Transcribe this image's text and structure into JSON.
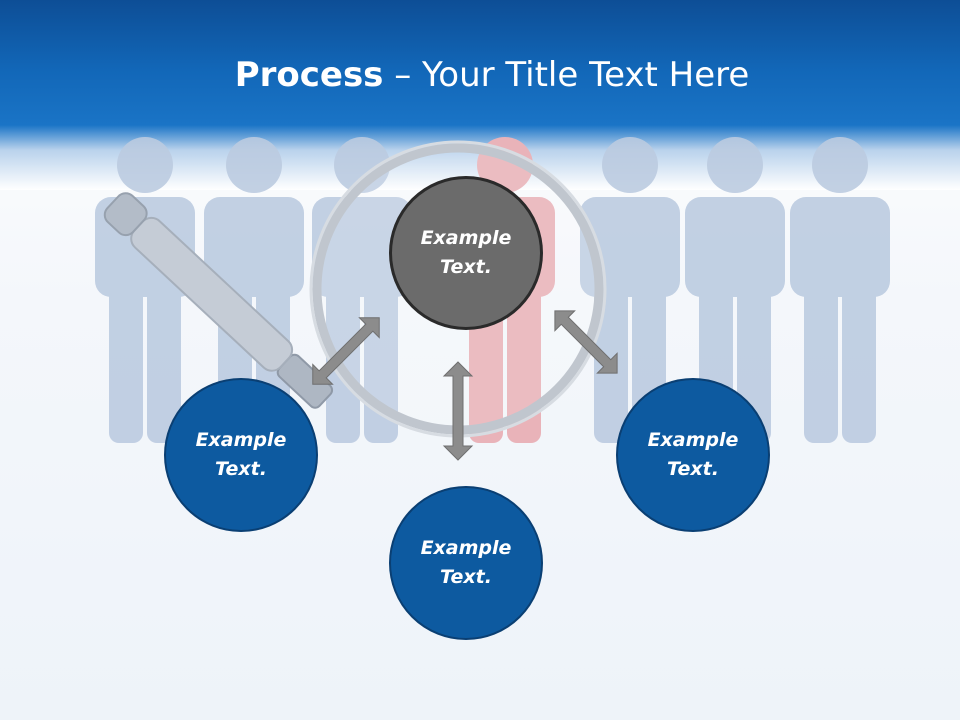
{
  "title": {
    "bold": "Process",
    "rest": " – Your Title Text Here"
  },
  "nodes": {
    "top": "Example Text.",
    "left": "Example Text.",
    "bottom": "Example Text.",
    "right": "Example Text."
  },
  "colors": {
    "header": "#1267b8",
    "node_blue": "#0d5aa0",
    "node_grey": "#6b6b6b",
    "arrow": "#8c8c8c",
    "figure": "#bccbe0",
    "highlight_figure": "#e9b3b9"
  },
  "icons": [
    "person-figure-icon",
    "magnifying-glass-icon",
    "double-arrow-icon"
  ]
}
